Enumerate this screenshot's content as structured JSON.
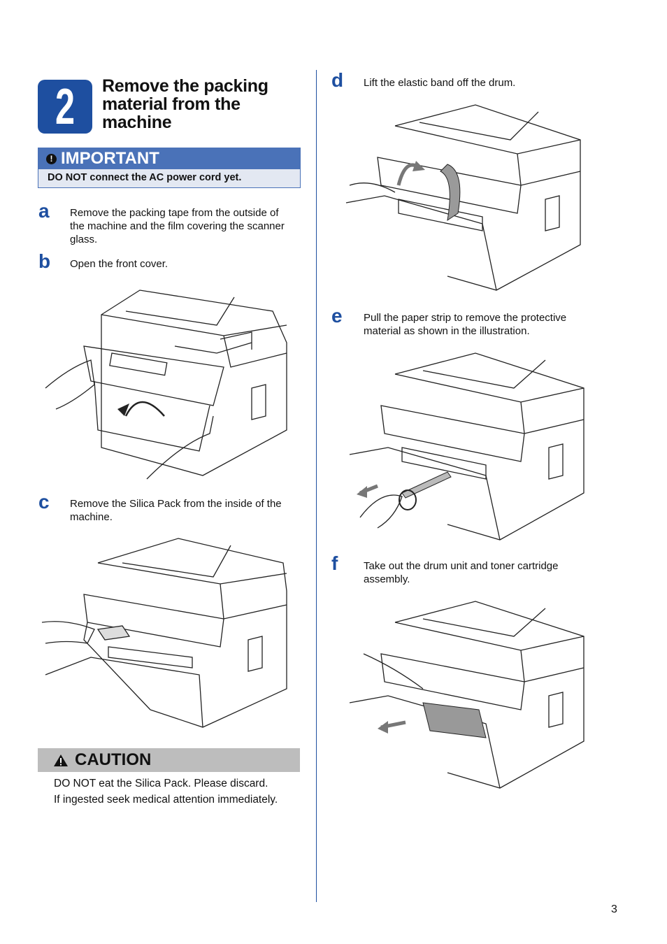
{
  "step": {
    "number": "2",
    "title_lines": [
      "Remove the packing",
      "material from the",
      "machine"
    ]
  },
  "important": {
    "heading": "IMPORTANT",
    "icon": "exclamation-icon",
    "text": "DO NOT connect the AC power cord yet."
  },
  "steps": {
    "a": {
      "letter": "a",
      "lines": [
        "Remove the packing tape from the outside of",
        "the machine and the film covering the scanner",
        "glass."
      ]
    },
    "b": {
      "letter": "b",
      "lines": [
        "Open the front cover."
      ]
    },
    "c": {
      "letter": "c",
      "lines": [
        "Remove the Silica Pack from the inside of the",
        "machine."
      ]
    },
    "d": {
      "letter": "d",
      "lines": [
        "Lift the elastic band off the drum."
      ]
    },
    "e": {
      "letter": "e",
      "lines": [
        "Pull the paper strip to remove the protective",
        "material as shown in the illustration."
      ]
    },
    "f": {
      "letter": "f",
      "lines": [
        "Take out the drum unit and toner cartridge",
        "assembly."
      ]
    }
  },
  "caution": {
    "heading": "CAUTION",
    "icon": "warning-triangle-icon",
    "lines": [
      "DO NOT eat the Silica Pack. Please discard.",
      "If ingested seek medical attention immediately."
    ]
  },
  "page_number": "3",
  "colors": {
    "accent": "#1e4fa0",
    "important_head": "#4a72b8",
    "important_body": "#e3e8f2",
    "caution_head": "#bdbdbd"
  }
}
